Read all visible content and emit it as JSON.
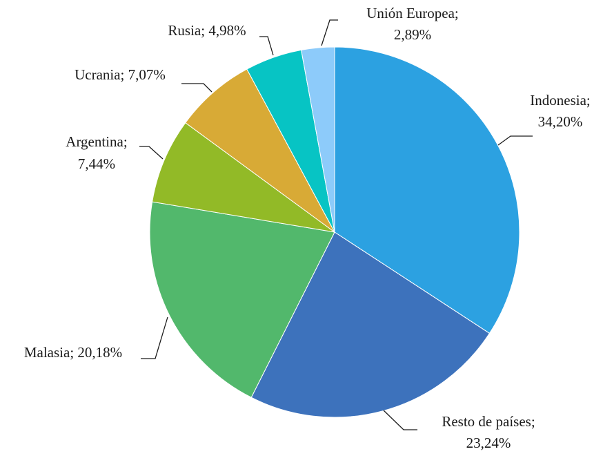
{
  "chart_data": {
    "type": "pie",
    "title": "",
    "slices": [
      {
        "name": "Indonesia",
        "value": 34.2,
        "label_line1": "Indonesia;",
        "label_line2": "34,20%",
        "color": "#2CA1E1"
      },
      {
        "name": "Resto de países",
        "value": 23.24,
        "label_line1": "Resto de países;",
        "label_line2": "23,24%",
        "color": "#3D72BC"
      },
      {
        "name": "Malasia",
        "value": 20.18,
        "label_line1": "Malasia; 20,18%",
        "label_line2": "",
        "color": "#52B86C"
      },
      {
        "name": "Argentina",
        "value": 7.44,
        "label_line1": "Argentina;",
        "label_line2": "7,44%",
        "color": "#92BA27"
      },
      {
        "name": "Ucrania",
        "value": 7.07,
        "label_line1": "Ucrania; 7,07%",
        "label_line2": "",
        "color": "#D8AA36"
      },
      {
        "name": "Rusia",
        "value": 4.98,
        "label_line1": "Rusia; 4,98%",
        "label_line2": "",
        "color": "#07C4C4"
      },
      {
        "name": "Unión Europea",
        "value": 2.89,
        "label_line1": "Unión Europea;",
        "label_line2": "2,89%",
        "color": "#8DCBFA"
      }
    ]
  }
}
